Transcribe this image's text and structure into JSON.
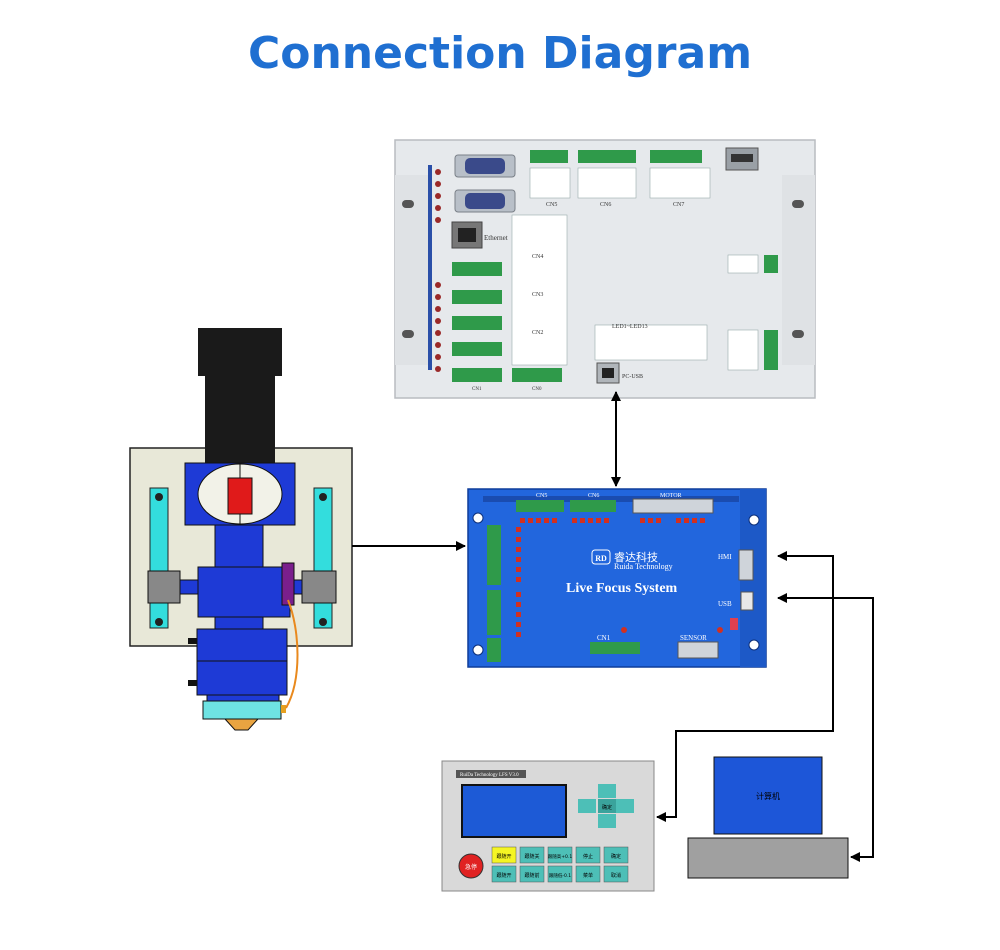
{
  "title": "Connection Diagram",
  "controller": {
    "labels": {
      "cn5": "CN5",
      "cn6": "CN6",
      "cn7": "CN7",
      "cn4": "CN4",
      "cn3": "CN3",
      "cn2": "CN2",
      "cn1": "CN1",
      "cn0": "CN0",
      "ethernet": "Ethernet",
      "pc_usb": "PC-USB",
      "led": "LED1~LED13"
    }
  },
  "live_focus": {
    "name": "Live Focus System",
    "brand_cn": "睿达科技",
    "brand_en": "Ruida Technology",
    "logo": "RD",
    "hmi": "HMI",
    "usb": "USB",
    "cn1": "CN1",
    "sensor": "SENSOR",
    "cn5": "CN5",
    "cn6": "CN6",
    "motor": "MOTOR"
  },
  "hmi_panel": {
    "header": "RuiDa Technology LFS V3.0",
    "center_button": "确定",
    "stop_button": "急停",
    "keys": [
      "跟随开",
      "跟随关",
      "跟随高+0.1",
      "停止",
      "确定",
      "跟随开",
      "跟随前",
      "跟随低-0.1",
      "菜单",
      "取消"
    ]
  },
  "computer": {
    "label": "计算机"
  },
  "colors": {
    "title": "#1f6fd1",
    "board_blue": "#2266dd",
    "head_blue": "#1e3ad6",
    "cyan": "#33dddd",
    "panel_gray": "#d9d9d9"
  }
}
